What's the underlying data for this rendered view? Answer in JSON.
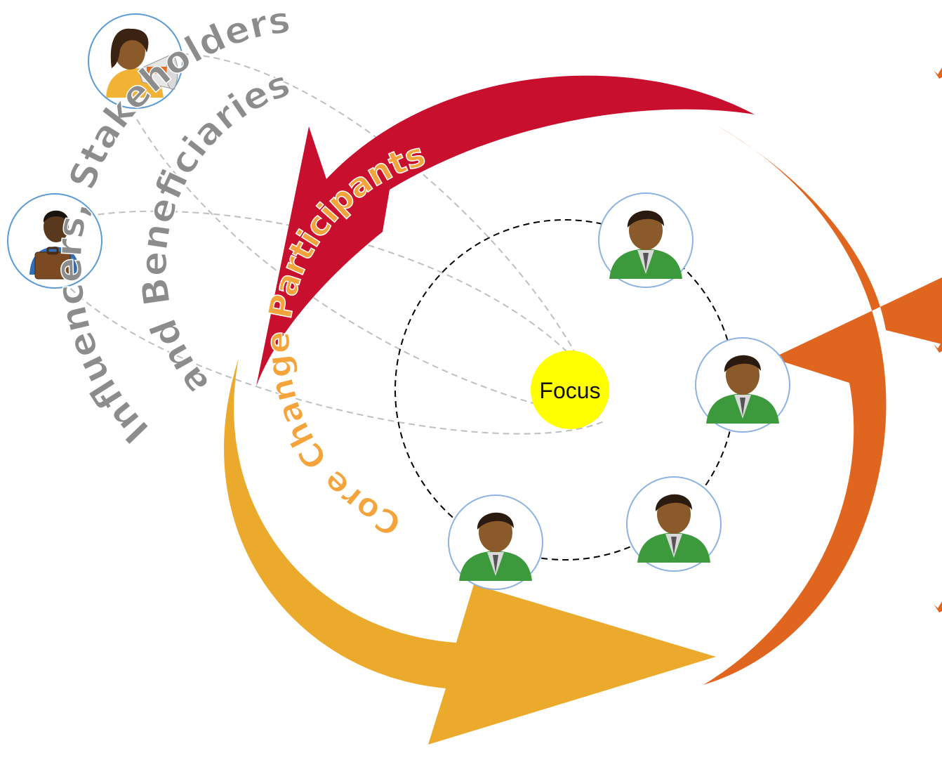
{
  "diagram": {
    "outer_label_line1": "Influencers, Stakeholders",
    "outer_label_line2": "and Beneficiaries",
    "core_label": "Core Change Participants",
    "focus_label": "Focus"
  },
  "colors": {
    "red_arrow": "#c8102e",
    "orange_arrow": "#e0661f",
    "yellow_arrow": "#ecaa2c",
    "focus_fill": "#ffff00",
    "outer_label": "#8c8c8c",
    "core_label": "#f4a43a",
    "dashed_circle": "#000000",
    "connector": "#bfbfbf",
    "avatar_ring": "#8db3e2"
  },
  "icons": {
    "influencer_1": "woman-megaphone-icon",
    "influencer_2": "man-briefcase-icon",
    "participant": "man-green-suit-icon"
  }
}
